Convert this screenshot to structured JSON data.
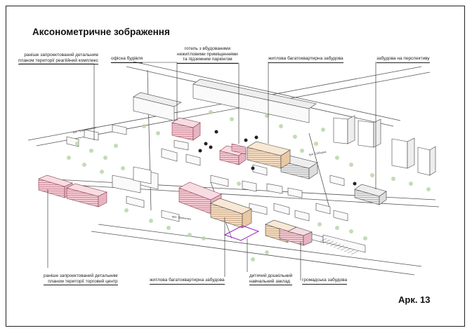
{
  "title": "Аксонометричне зображення",
  "sheet": "Арк. 13",
  "labels": {
    "top_left": [
      "раніше запроектований детальним",
      "планом території реагіійний комплекс"
    ],
    "office": "офісна будівля",
    "hotel": [
      "готель з вбудованими",
      "нежитловими приміщеннями",
      "та підземним паркінгом"
    ],
    "residential_top": "житлова багатоквартирна забудова",
    "perspective": "забудова на перспективу",
    "bottom_left": [
      "раніше запроектований детальним",
      "планом території торговий центр"
    ],
    "residential_bottom": "житлова багатоквартирна забудова",
    "kindergarten": [
      "дитячий дошкільний",
      "навчальний заклад"
    ],
    "public": "громадська забудова"
  },
  "streets": [
    "вул. Грушевського",
    "вул. Соборна",
    "вул. Шевченка"
  ],
  "colors": {
    "pink": "#f3c9d1",
    "pink_line": "#b0556c",
    "beige": "#f5dcc0",
    "grey": "#dedede",
    "lilac": "#a020c0",
    "tree": "#b9d7a8"
  }
}
